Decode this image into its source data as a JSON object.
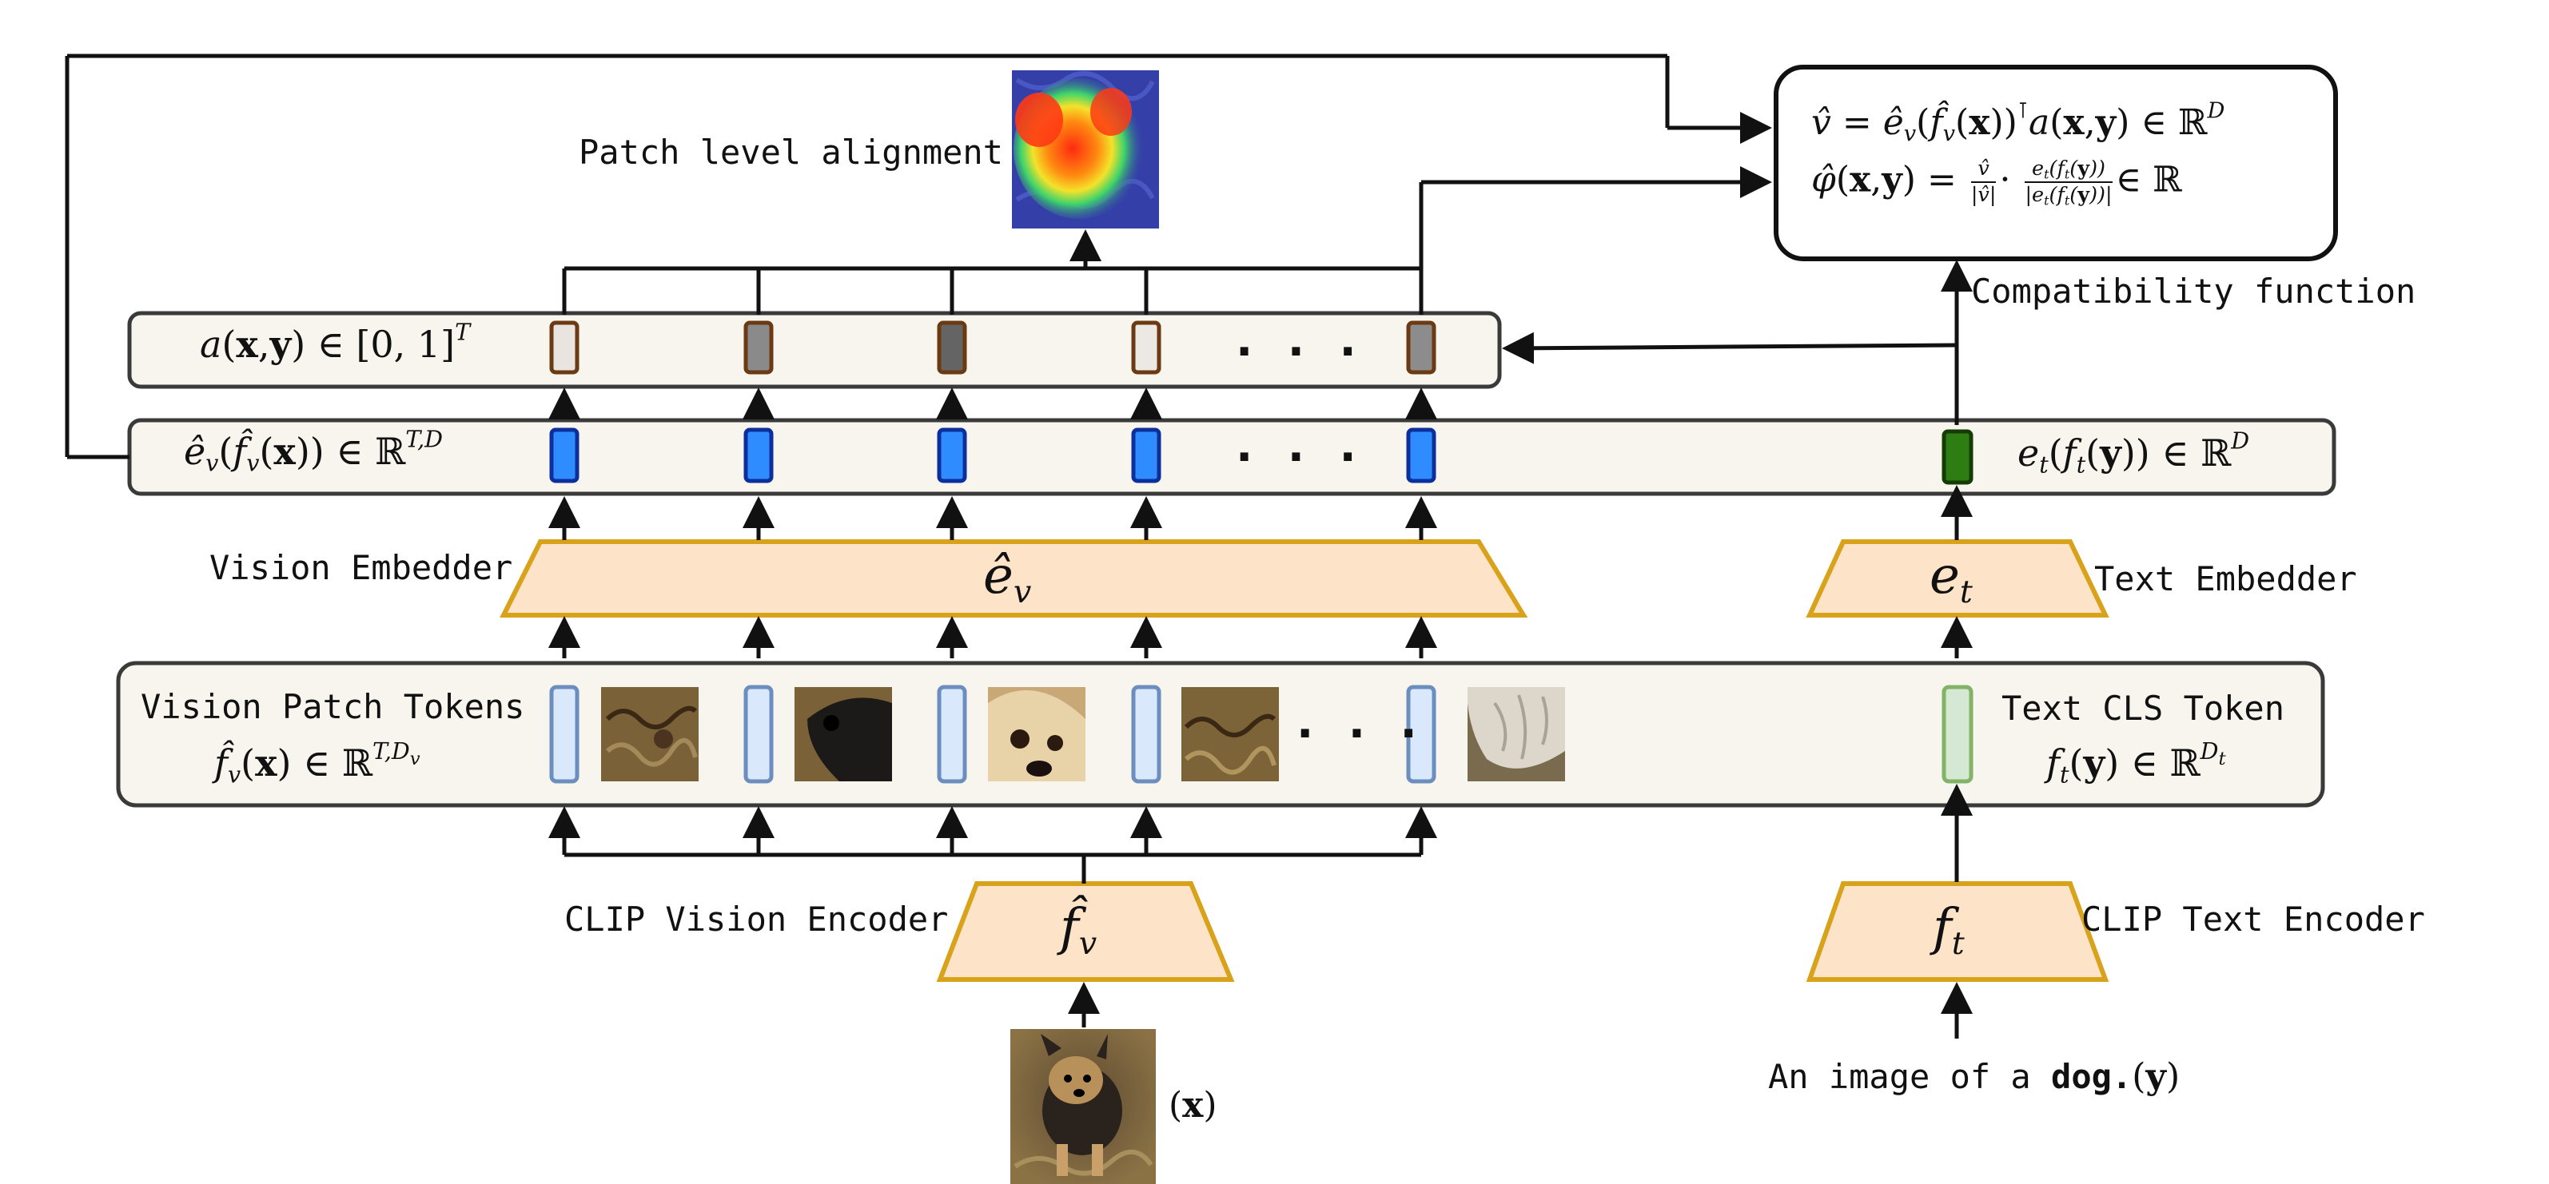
{
  "labels": {
    "patch_alignment": "Patch level alignment",
    "compatibility": "Compatibility function",
    "vision_embedder": "Vision Embedder",
    "text_embedder": "Text Embedder",
    "vision_patch_tokens": "Vision Patch Tokens",
    "text_cls_token": "Text CLS Token",
    "clip_vision_encoder": "CLIP Vision Encoder",
    "clip_text_encoder": "CLIP Text Encoder",
    "text_input_prefix": "An image of a",
    "text_input_bold": "dog.",
    "ellipsis": "· · ·"
  },
  "colors": {
    "row_fill": "#f7f5ee",
    "row_stroke": "#3a3a3a",
    "trapezoid_fill": "#fde3c8",
    "trapezoid_stroke": "#d9a21b",
    "vision_embed_token_fill": "#2e8cff",
    "vision_embed_token_stroke": "#0d2f9c",
    "text_embed_token_fill": "#2e7d12",
    "text_embed_token_stroke": "#143d06",
    "patch_token_fill": "#dae8fc",
    "patch_token_stroke": "#6c8ebf",
    "text_token_fill": "#d5e8d4",
    "text_token_stroke": "#82b366",
    "alignment_token_stroke": "#6b3a12",
    "alignment_token_fills": [
      "#e8e4e0",
      "#8a8a8a",
      "#646464",
      "#ece8e4",
      "#8c8c8c"
    ],
    "arrow": "#111111"
  },
  "images": {
    "heatmap": "dog-heatmap",
    "input": "dog-photo",
    "patches": [
      "patch-carpet",
      "patch-dark-fur",
      "patch-dog-face",
      "patch-carpet",
      "patch-light-fur"
    ]
  }
}
